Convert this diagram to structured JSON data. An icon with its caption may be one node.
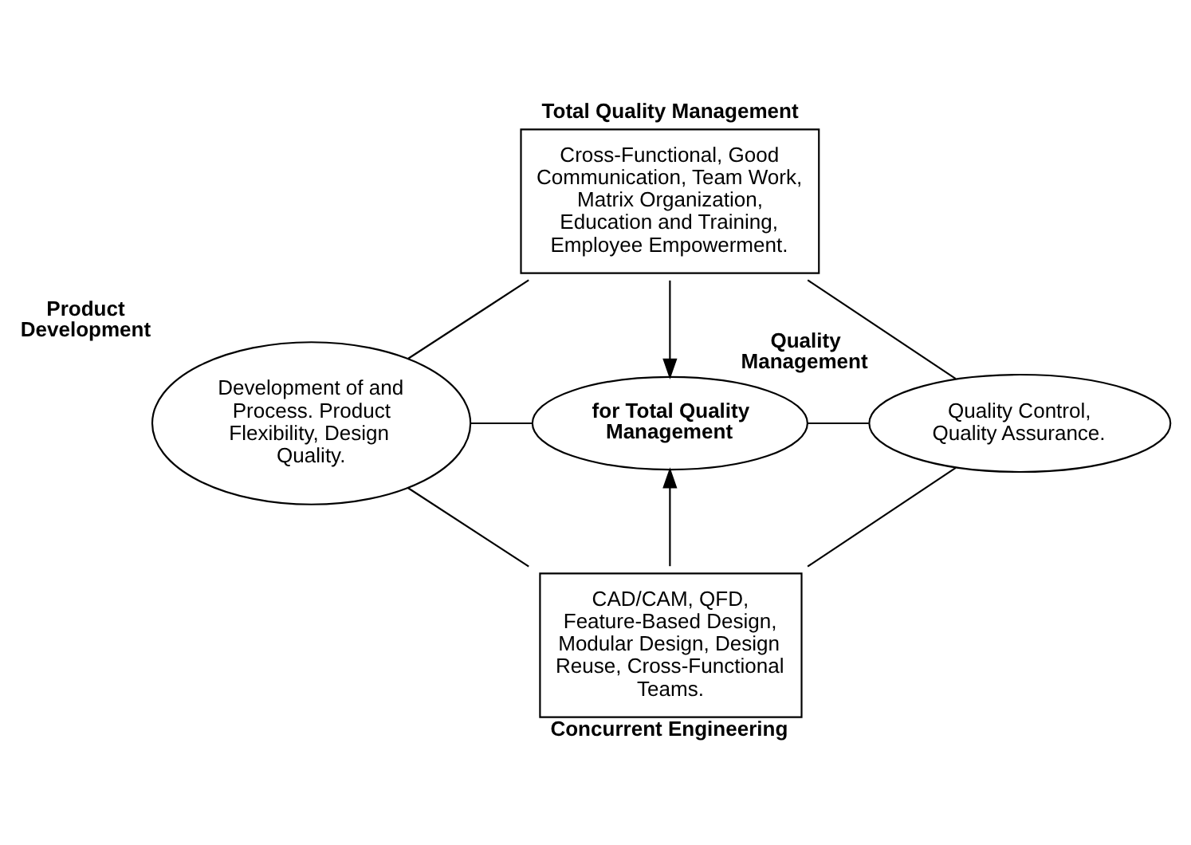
{
  "diagram": {
    "nodes": [
      {
        "text": [
          "Total Quality Management",
          "Cross-Functional, Good Communication, Team Work, Matrix Organization, Education and Training, Employee Empowerment."
        ]
      },
      {
        "text": [
          "Development of and Process. Product Flexibility, Design Quality."
        ],
        "beside": [
          "Product Development"
        ]
      },
      {
        "text": [
          "for Total Quality Management"
        ]
      },
      {
        "text": [
          "Quality Control, Quality Assurance."
        ],
        "beside": [
          "Quality Management"
        ]
      },
      {
        "text": [
          "CAD/CAM, QFD, Feature-Based Design, Modular Design, Design Reuse, Cross-Functional Teams.",
          "Concurrent Engineering"
        ]
      }
    ],
    "edges": [
      {
        "from": 0,
        "to": 2,
        "arrow": "to"
      },
      {
        "from": 4,
        "to": 2,
        "arrow": "to"
      },
      {
        "from": 0,
        "to": 1,
        "arrow": "none"
      },
      {
        "from": 0,
        "to": 3,
        "arrow": "none"
      },
      {
        "from": 1,
        "to": 2,
        "arrow": "none"
      },
      {
        "from": 2,
        "to": 3,
        "arrow": "none"
      },
      {
        "from": 1,
        "to": 4,
        "arrow": "none"
      },
      {
        "from": 3,
        "to": 4,
        "arrow": "none"
      }
    ]
  }
}
